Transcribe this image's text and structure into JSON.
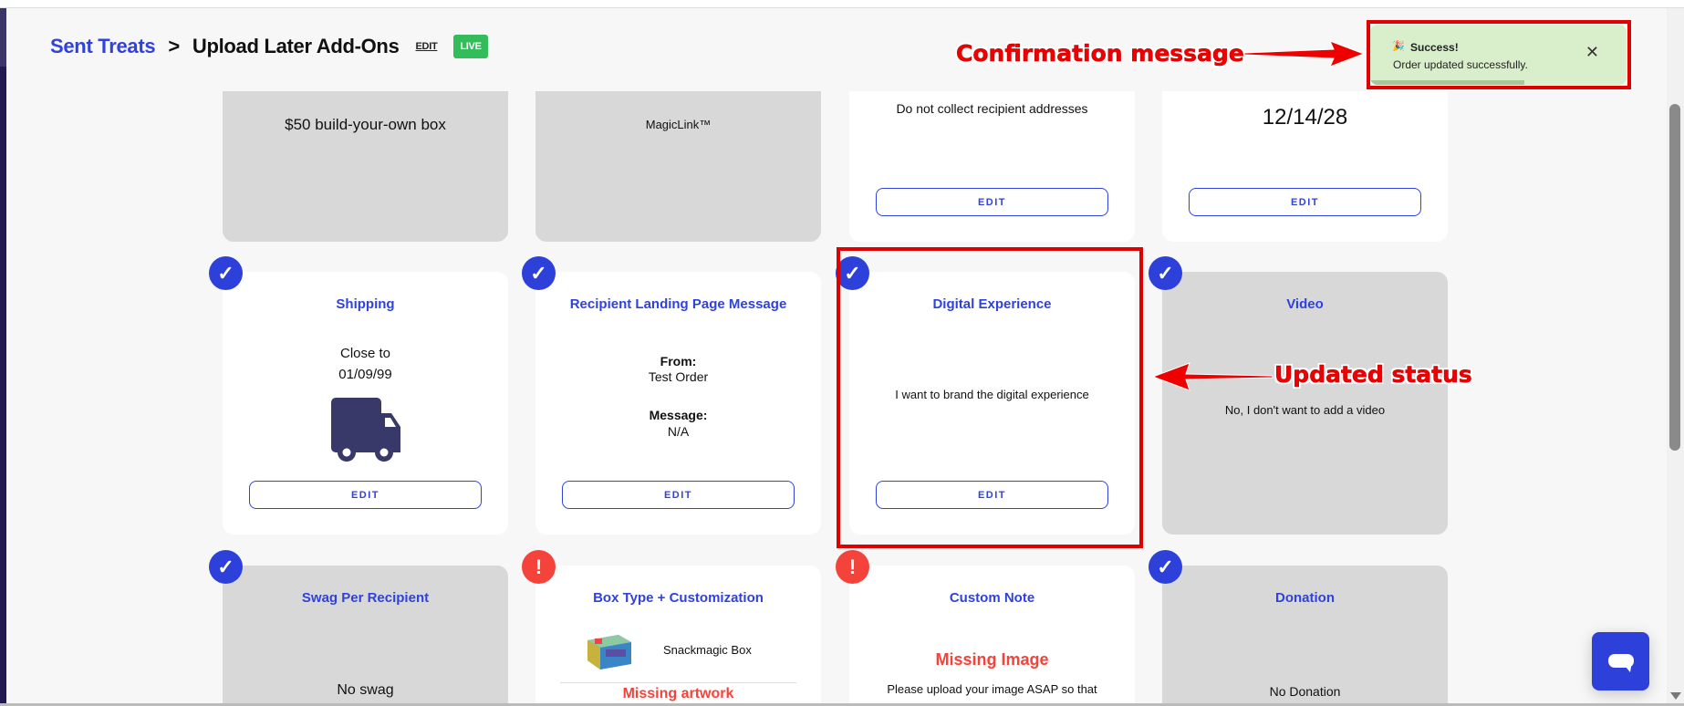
{
  "header": {
    "breadcrumb_parent": "Sent Treats",
    "separator": ">",
    "title": "Upload Later Add-Ons",
    "edit_label": "EDIT",
    "status_badge": "LIVE"
  },
  "toast": {
    "title": "Success!",
    "message": "Order updated successfully.",
    "close": "✕",
    "icon": "party-popper-icon",
    "progress": 0.6
  },
  "annotations": {
    "confirmation": "Confirmation message",
    "updated": "Updated status"
  },
  "row0": [
    {
      "text": "$50 build-your-own box"
    },
    {
      "text": "MagicLink™"
    },
    {
      "text": "Do not collect recipient addresses",
      "button": "EDIT"
    },
    {
      "text": "12/14/28",
      "button": "EDIT"
    }
  ],
  "shipping": {
    "title": "Shipping",
    "line1": "Close to",
    "line2": "01/09/99",
    "button": "EDIT",
    "status": "complete"
  },
  "landing": {
    "title": "Recipient Landing Page Message",
    "from_label": "From:",
    "from": "Test Order",
    "message_label": "Message:",
    "message": "N/A",
    "button": "EDIT",
    "status": "complete"
  },
  "digital": {
    "title": "Digital Experience",
    "text": "I want to brand the digital experience",
    "button": "EDIT",
    "status": "complete"
  },
  "video": {
    "title": "Video",
    "text": "No, I don't want to add a video",
    "status": "complete"
  },
  "swag": {
    "title": "Swag Per Recipient",
    "text": "No swag",
    "status": "complete"
  },
  "box": {
    "title": "Box Type + Customization",
    "name": "Snackmagic Box",
    "warning": "Missing artwork",
    "status": "error"
  },
  "note": {
    "title": "Custom Note",
    "warning": "Missing Image",
    "text": "Please upload your image ASAP so that",
    "status": "error"
  },
  "donation": {
    "title": "Donation",
    "text": "No Donation",
    "status": "complete"
  },
  "colors": {
    "accent": "#2f42dc",
    "error": "#f4433a",
    "live": "#33bd5a",
    "toast_bg": "#d9efcb"
  }
}
